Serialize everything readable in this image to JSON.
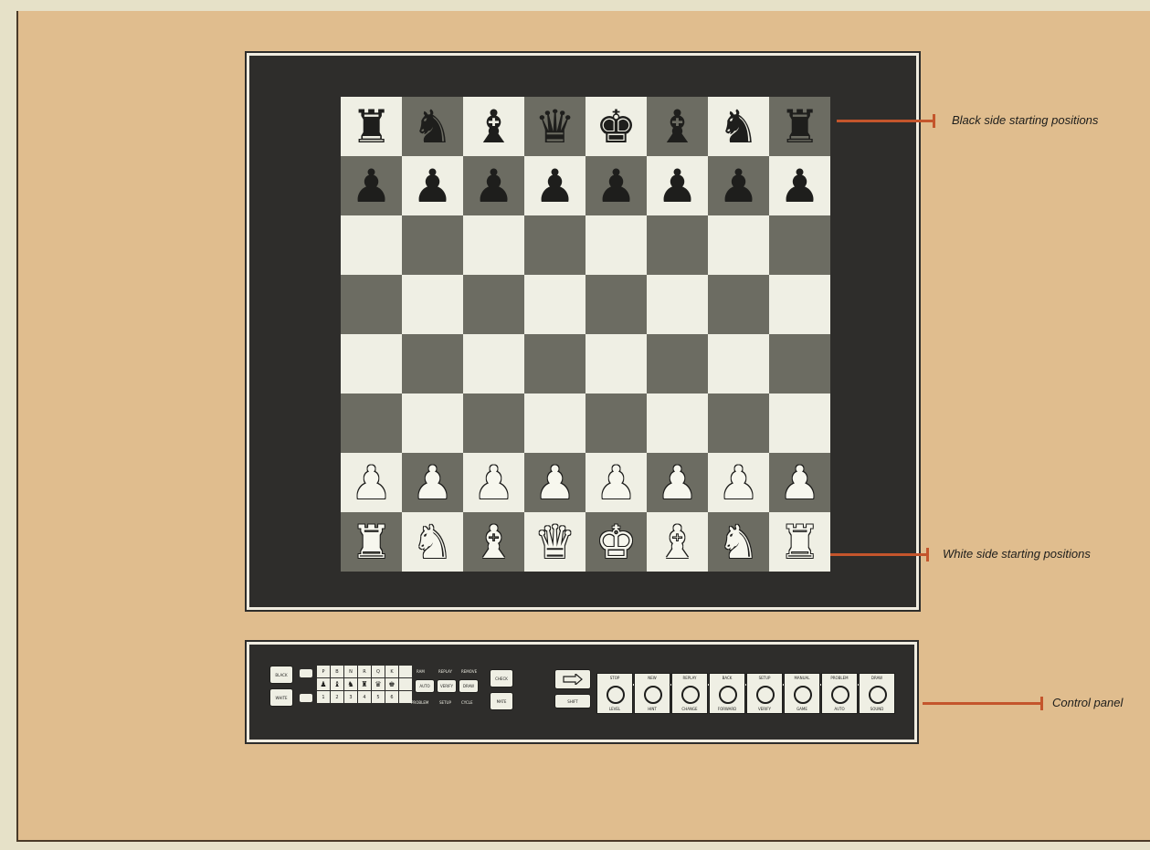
{
  "board": {
    "ranks": [
      [
        "♜",
        "♞",
        "♝",
        "♛",
        "♚",
        "♝",
        "♞",
        "♜"
      ],
      [
        "♟",
        "♟",
        "♟",
        "♟",
        "♟",
        "♟",
        "♟",
        "♟"
      ],
      [
        "",
        "",
        "",
        "",
        "",
        "",
        "",
        ""
      ],
      [
        "",
        "",
        "",
        "",
        "",
        "",
        "",
        ""
      ],
      [
        "",
        "",
        "",
        "",
        "",
        "",
        "",
        ""
      ],
      [
        "",
        "",
        "",
        "",
        "",
        "",
        "",
        ""
      ],
      [
        "♟",
        "♟",
        "♟",
        "♟",
        "♟",
        "♟",
        "♟",
        "♟"
      ],
      [
        "♜",
        "♞",
        "♝",
        "♛",
        "♚",
        "♝",
        "♞",
        "♜"
      ]
    ],
    "sides": [
      "black",
      "black",
      "",
      "",
      "",
      "",
      "white",
      "white"
    ]
  },
  "callouts": {
    "black": "Black side starting positions",
    "white": "White side starting positions",
    "panel": "Control panel"
  },
  "panel": {
    "left_buttons": [
      "BLACK",
      "WHITE"
    ],
    "right_side_buttons": [
      "CHECK",
      "MATE"
    ],
    "key_rows": [
      [
        "P",
        "B",
        "N",
        "R",
        "Q",
        "K"
      ],
      [
        "♟",
        "♝",
        "♞",
        "♜",
        "♛",
        "♚"
      ],
      [
        "1",
        "2",
        "3",
        "4",
        "5",
        "6"
      ]
    ],
    "labels_top": [
      "RAM",
      "REPLAY",
      "REMOVE"
    ],
    "labels_mid": [
      "AUTO",
      "VERIFY",
      "DRAW"
    ],
    "labels_bot": [
      "PROBLEM",
      "SETUP",
      "CYCLE"
    ],
    "enter_label": "ENTER",
    "shift_label": "SHIFT",
    "round_buttons": [
      {
        "top": "STOP",
        "bottom": "LEVEL"
      },
      {
        "top": "NEW",
        "bottom": "HINT"
      },
      {
        "top": "REPLAY",
        "bottom": "CHANGE"
      },
      {
        "top": "BACK",
        "bottom": "FORWARD"
      },
      {
        "top": "SETUP",
        "bottom": "VERIFY"
      },
      {
        "top": "MANUAL",
        "bottom": "GAME"
      },
      {
        "top": "PROBLEM",
        "bottom": "AUTO"
      },
      {
        "top": "DRAW",
        "bottom": "SOUND"
      }
    ]
  },
  "colors": {
    "callout": "#c4552c",
    "background": "#e0bd8e",
    "frame": "#2e2d2b",
    "light_square": "#efefe4",
    "dark_square": "#6c6c62"
  }
}
